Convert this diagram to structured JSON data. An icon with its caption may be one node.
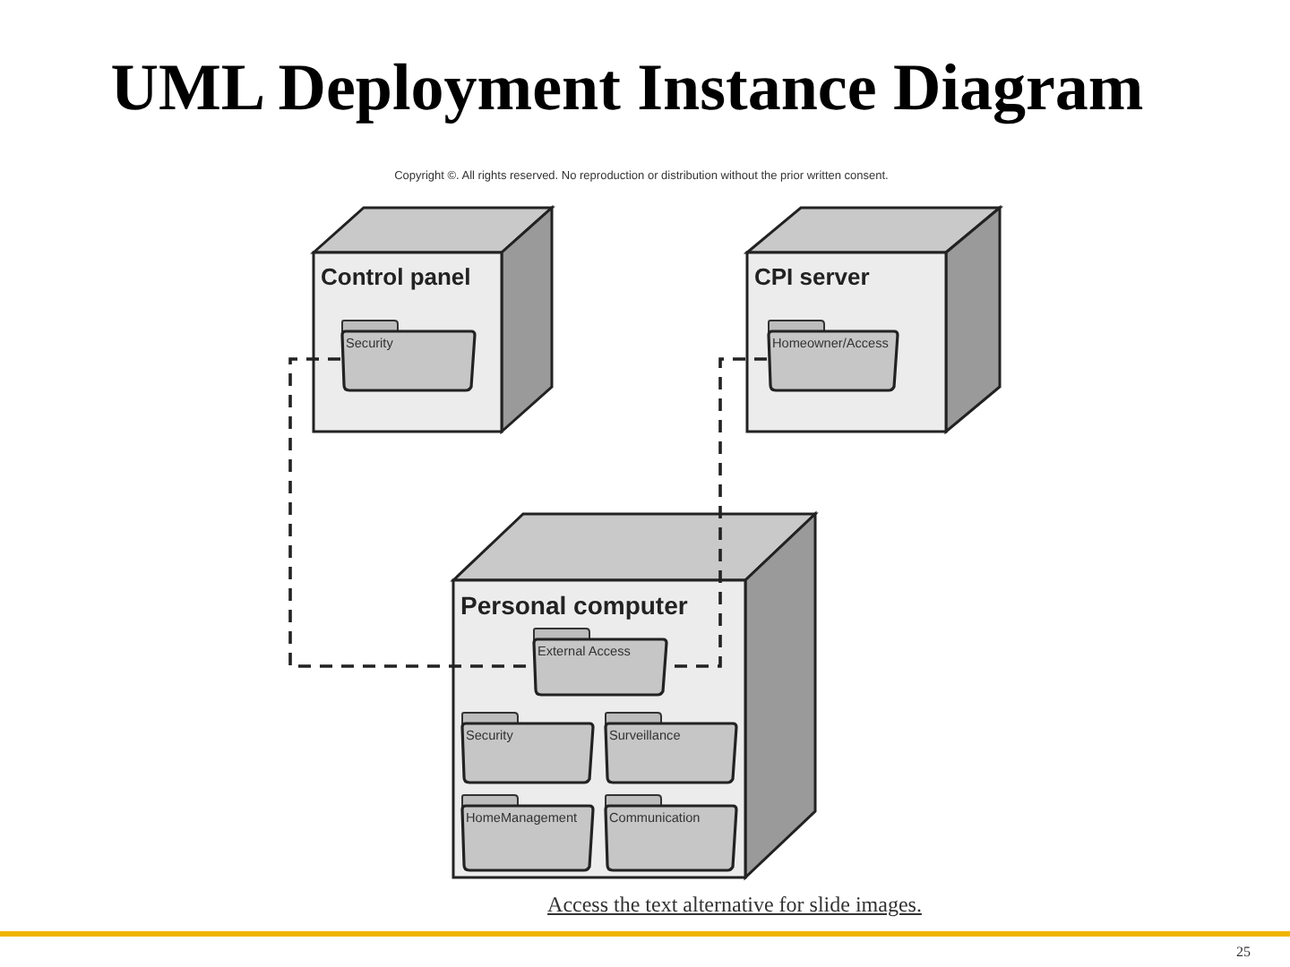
{
  "diagram": {
    "title": "UML Deployment Instance Diagram",
    "nodes": [
      {
        "text": [
          "Control panel"
        ]
      },
      {
        "text": [
          "Security"
        ],
        "in": 0
      },
      {
        "text": [
          "CPI server"
        ]
      },
      {
        "text": [
          "Homeowner/Access"
        ],
        "in": 2
      },
      {
        "text": [
          "Personal computer"
        ]
      },
      {
        "text": [
          "External Access"
        ],
        "in": 4
      },
      {
        "text": [
          "Security"
        ],
        "in": 4
      },
      {
        "text": [
          "Surveillance"
        ],
        "in": 4
      },
      {
        "text": [
          "HomeManagement"
        ],
        "in": 4
      },
      {
        "text": [
          "Communication"
        ],
        "in": 4
      }
    ],
    "edges": [
      {
        "from": 1,
        "to": 5,
        "arrow": "none",
        "style": "dashed"
      },
      {
        "from": 3,
        "to": 5,
        "arrow": "none",
        "style": "dashed"
      }
    ],
    "labels": [
      "Copyright ©. All rights reserved. No reproduction or distribution without the prior written consent.",
      "Access the text alternative for slide images.",
      "25"
    ]
  }
}
